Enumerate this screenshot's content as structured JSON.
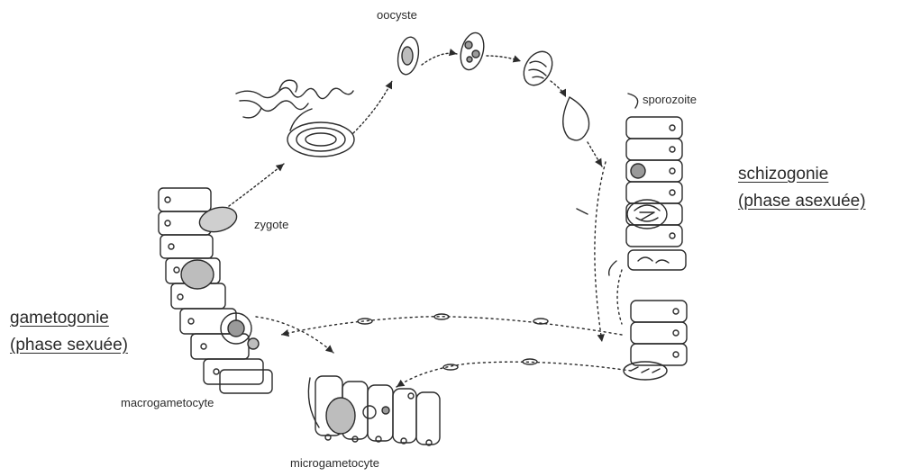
{
  "labels": {
    "oocyste": "oocyste",
    "sporozoite": "sporozoite",
    "zygote": "zygote",
    "macrogametocyte": "macrogametocyte",
    "microgametocyte": "microgametocyte"
  },
  "phases": {
    "schizogonie_title": "schizogonie",
    "schizogonie_sub": "(phase asexuée)",
    "gametogonie_title": "gametogonie",
    "gametogonie_sub": "(phase sexuée)"
  },
  "colors": {
    "ink": "#2b2b2b",
    "cell_fill": "#ffffff",
    "nucleus_fill": "#9a9a9a"
  }
}
